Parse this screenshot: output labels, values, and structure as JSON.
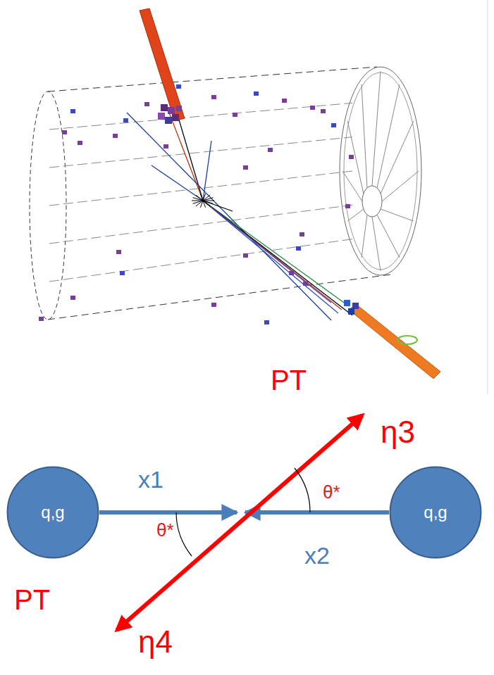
{
  "diagram": {
    "nodes": [
      {
        "text": [
          "q,g"
        ]
      },
      {
        "text": [
          "q,g"
        ]
      }
    ],
    "labels": [
      "PT",
      "η3",
      "x1",
      "x2",
      "θ*",
      "θ*",
      "PT",
      "η4"
    ]
  }
}
